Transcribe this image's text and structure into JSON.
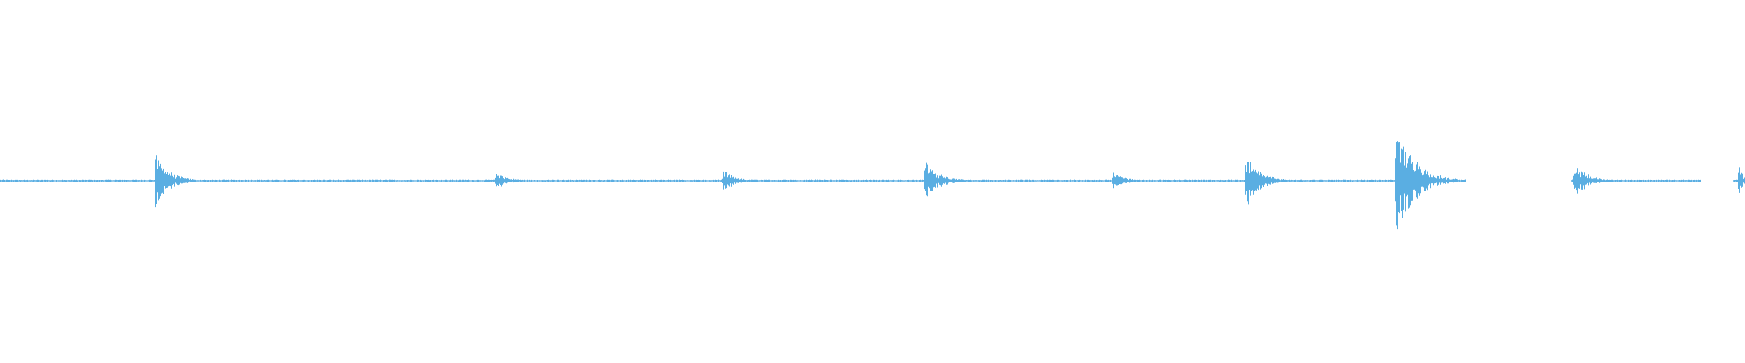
{
  "waveform": {
    "color": "#5aaee2",
    "background": "#ffffff",
    "transients": [
      {
        "t": 0.089,
        "amplitude": 0.22,
        "decay": 0.022
      },
      {
        "t": 0.284,
        "amplitude": 0.07,
        "decay": 0.02
      },
      {
        "t": 0.414,
        "amplitude": 0.09,
        "decay": 0.022
      },
      {
        "t": 0.53,
        "amplitude": 0.16,
        "decay": 0.024
      },
      {
        "t": 0.638,
        "amplitude": 0.07,
        "decay": 0.02
      },
      {
        "t": 0.714,
        "amplitude": 0.22,
        "decay": 0.022
      },
      {
        "t": 0.8,
        "amplitude": 0.45,
        "decay": 0.03
      },
      {
        "t": 0.902,
        "amplitude": 0.14,
        "decay": 0.022
      },
      {
        "t": 0.996,
        "amplitude": 0.18,
        "decay": 0.006
      }
    ],
    "silent_gaps": [
      [
        0.84,
        0.9
      ],
      [
        0.975,
        0.993
      ]
    ],
    "noise_floor": 0.01
  }
}
